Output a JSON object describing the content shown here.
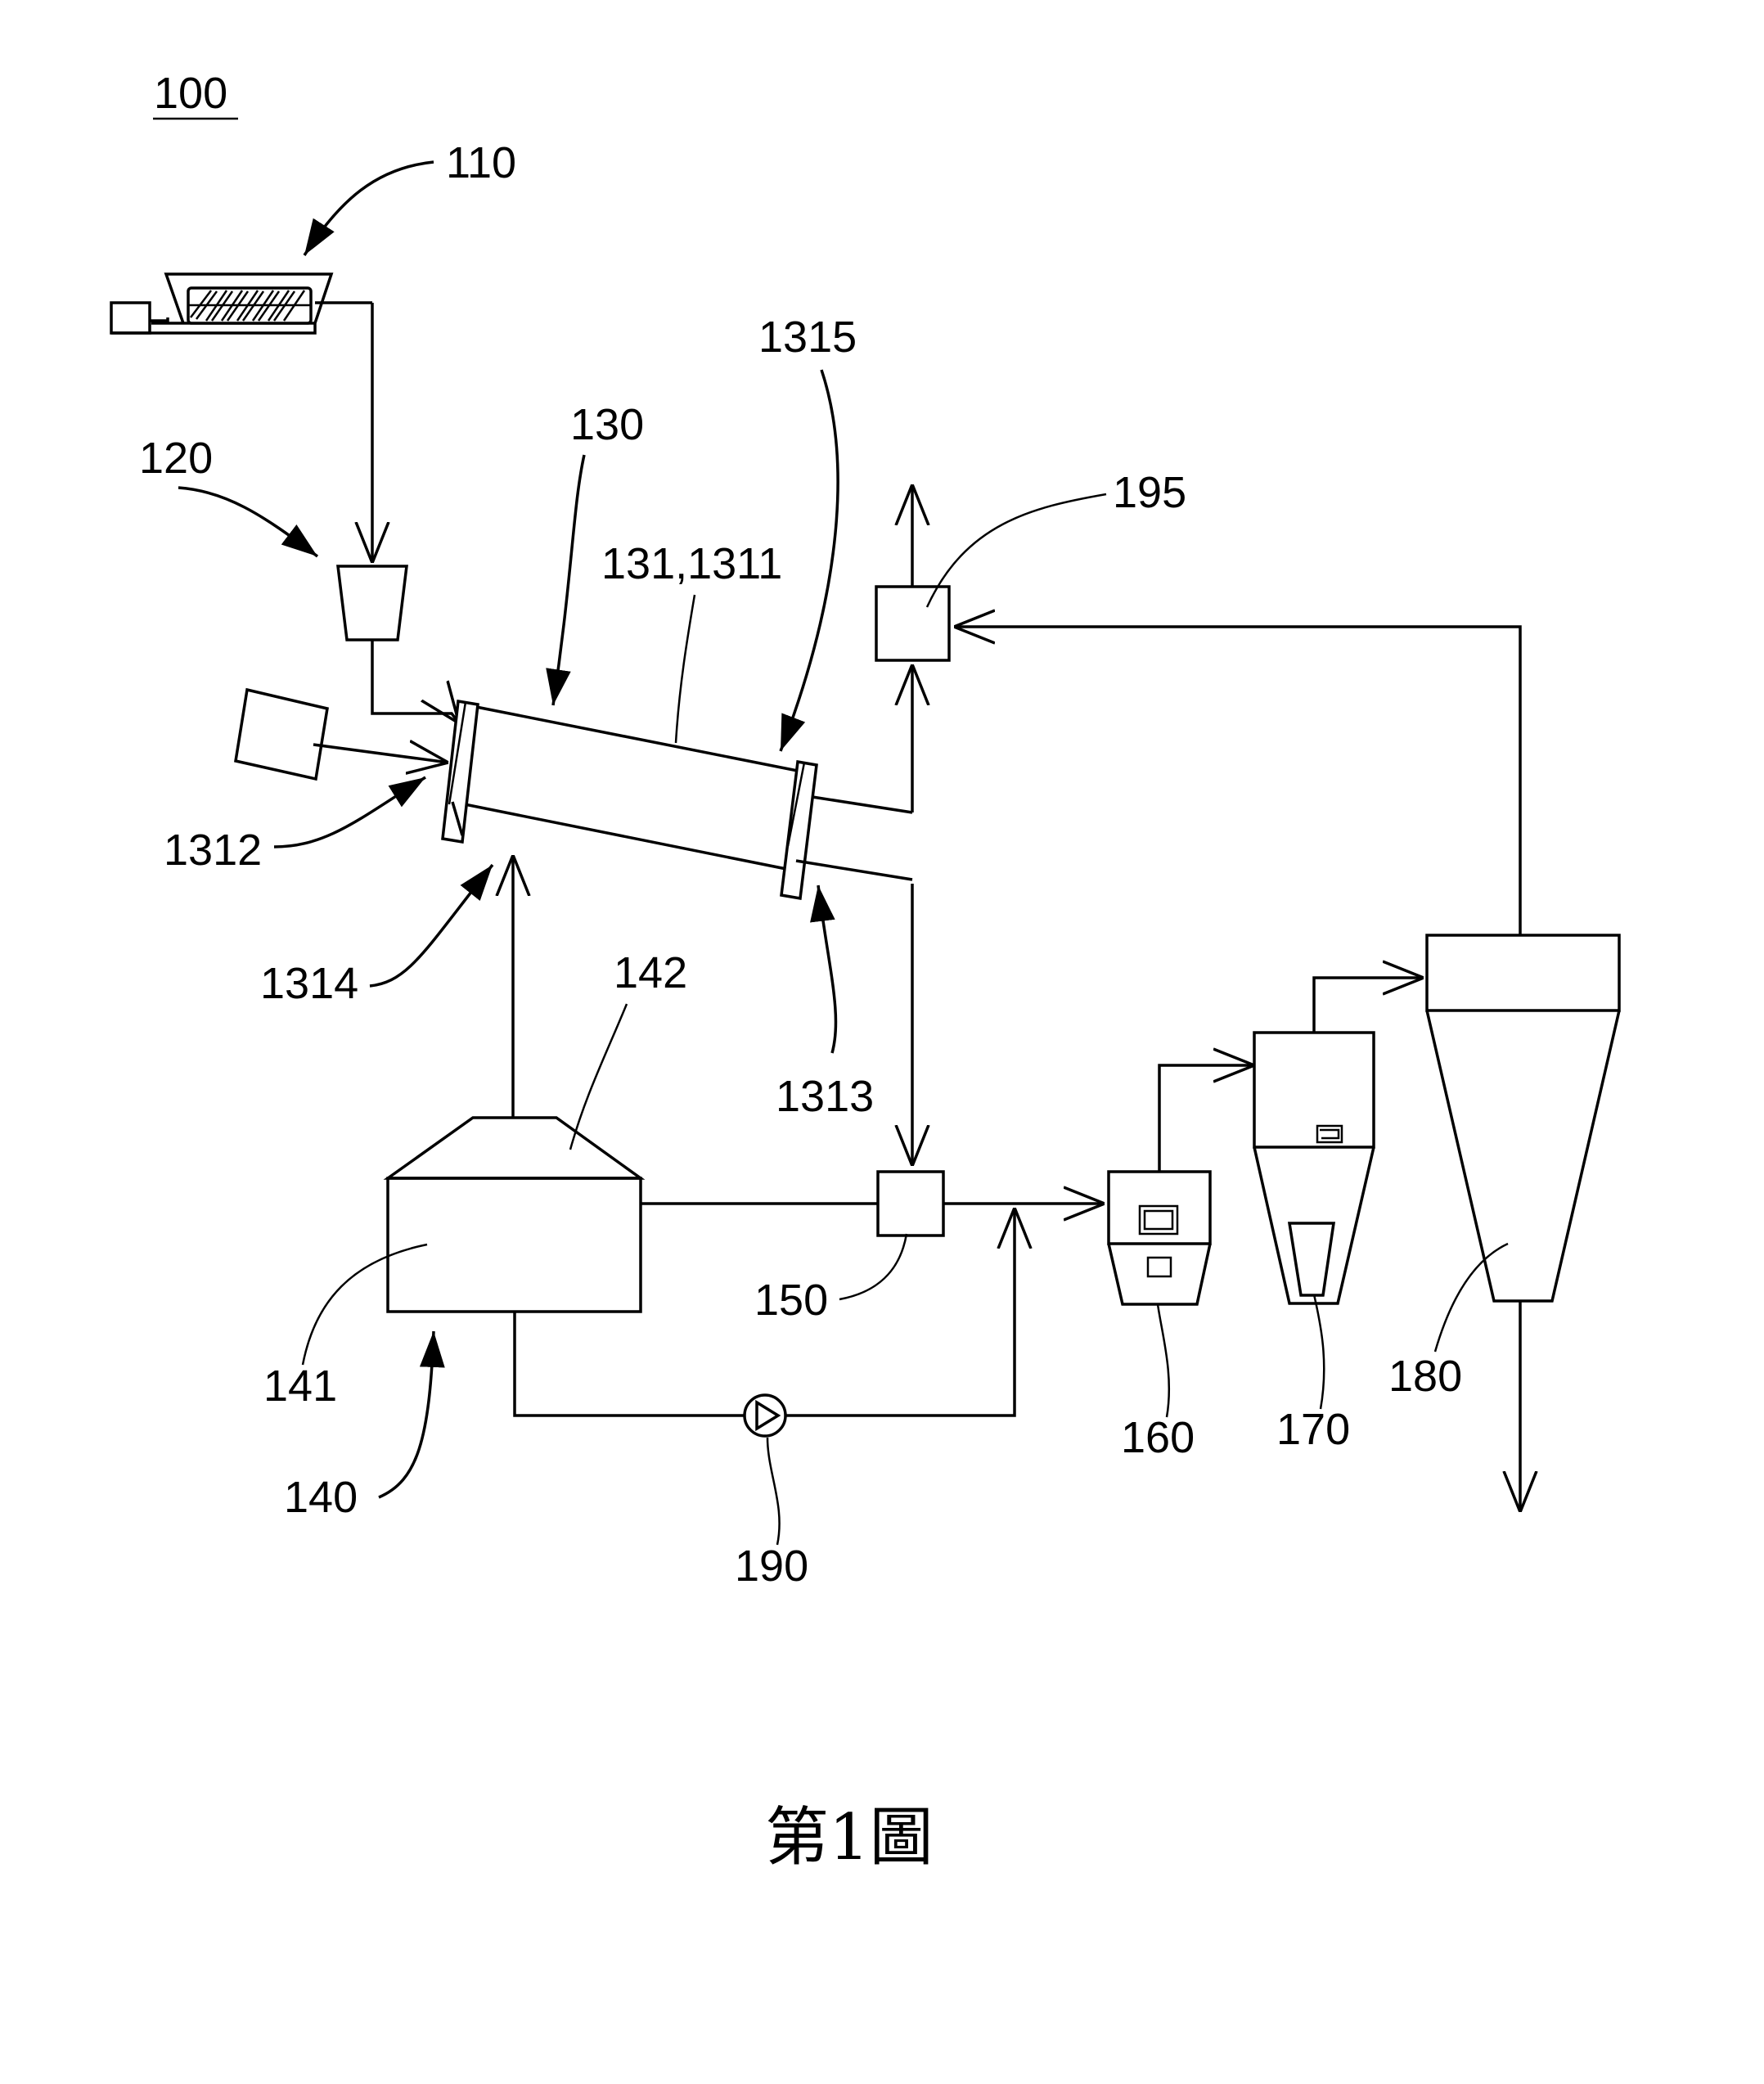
{
  "figure": {
    "caption": "第1圖",
    "system_ref": "100"
  },
  "labels": {
    "screw_feeder": "110",
    "hopper": "120",
    "reactor": "130",
    "reactor_tube": "131,1311",
    "flange_right": "1315",
    "inlet": "1312",
    "bottom_inlet": "1314",
    "bottom_outlet": "1313",
    "box_195": "195",
    "furnace_top": "142",
    "furnace_body": "141",
    "furnace": "140",
    "junction": "150",
    "pump": "190",
    "unit_160": "160",
    "unit_170": "170",
    "cyclone": "180"
  }
}
